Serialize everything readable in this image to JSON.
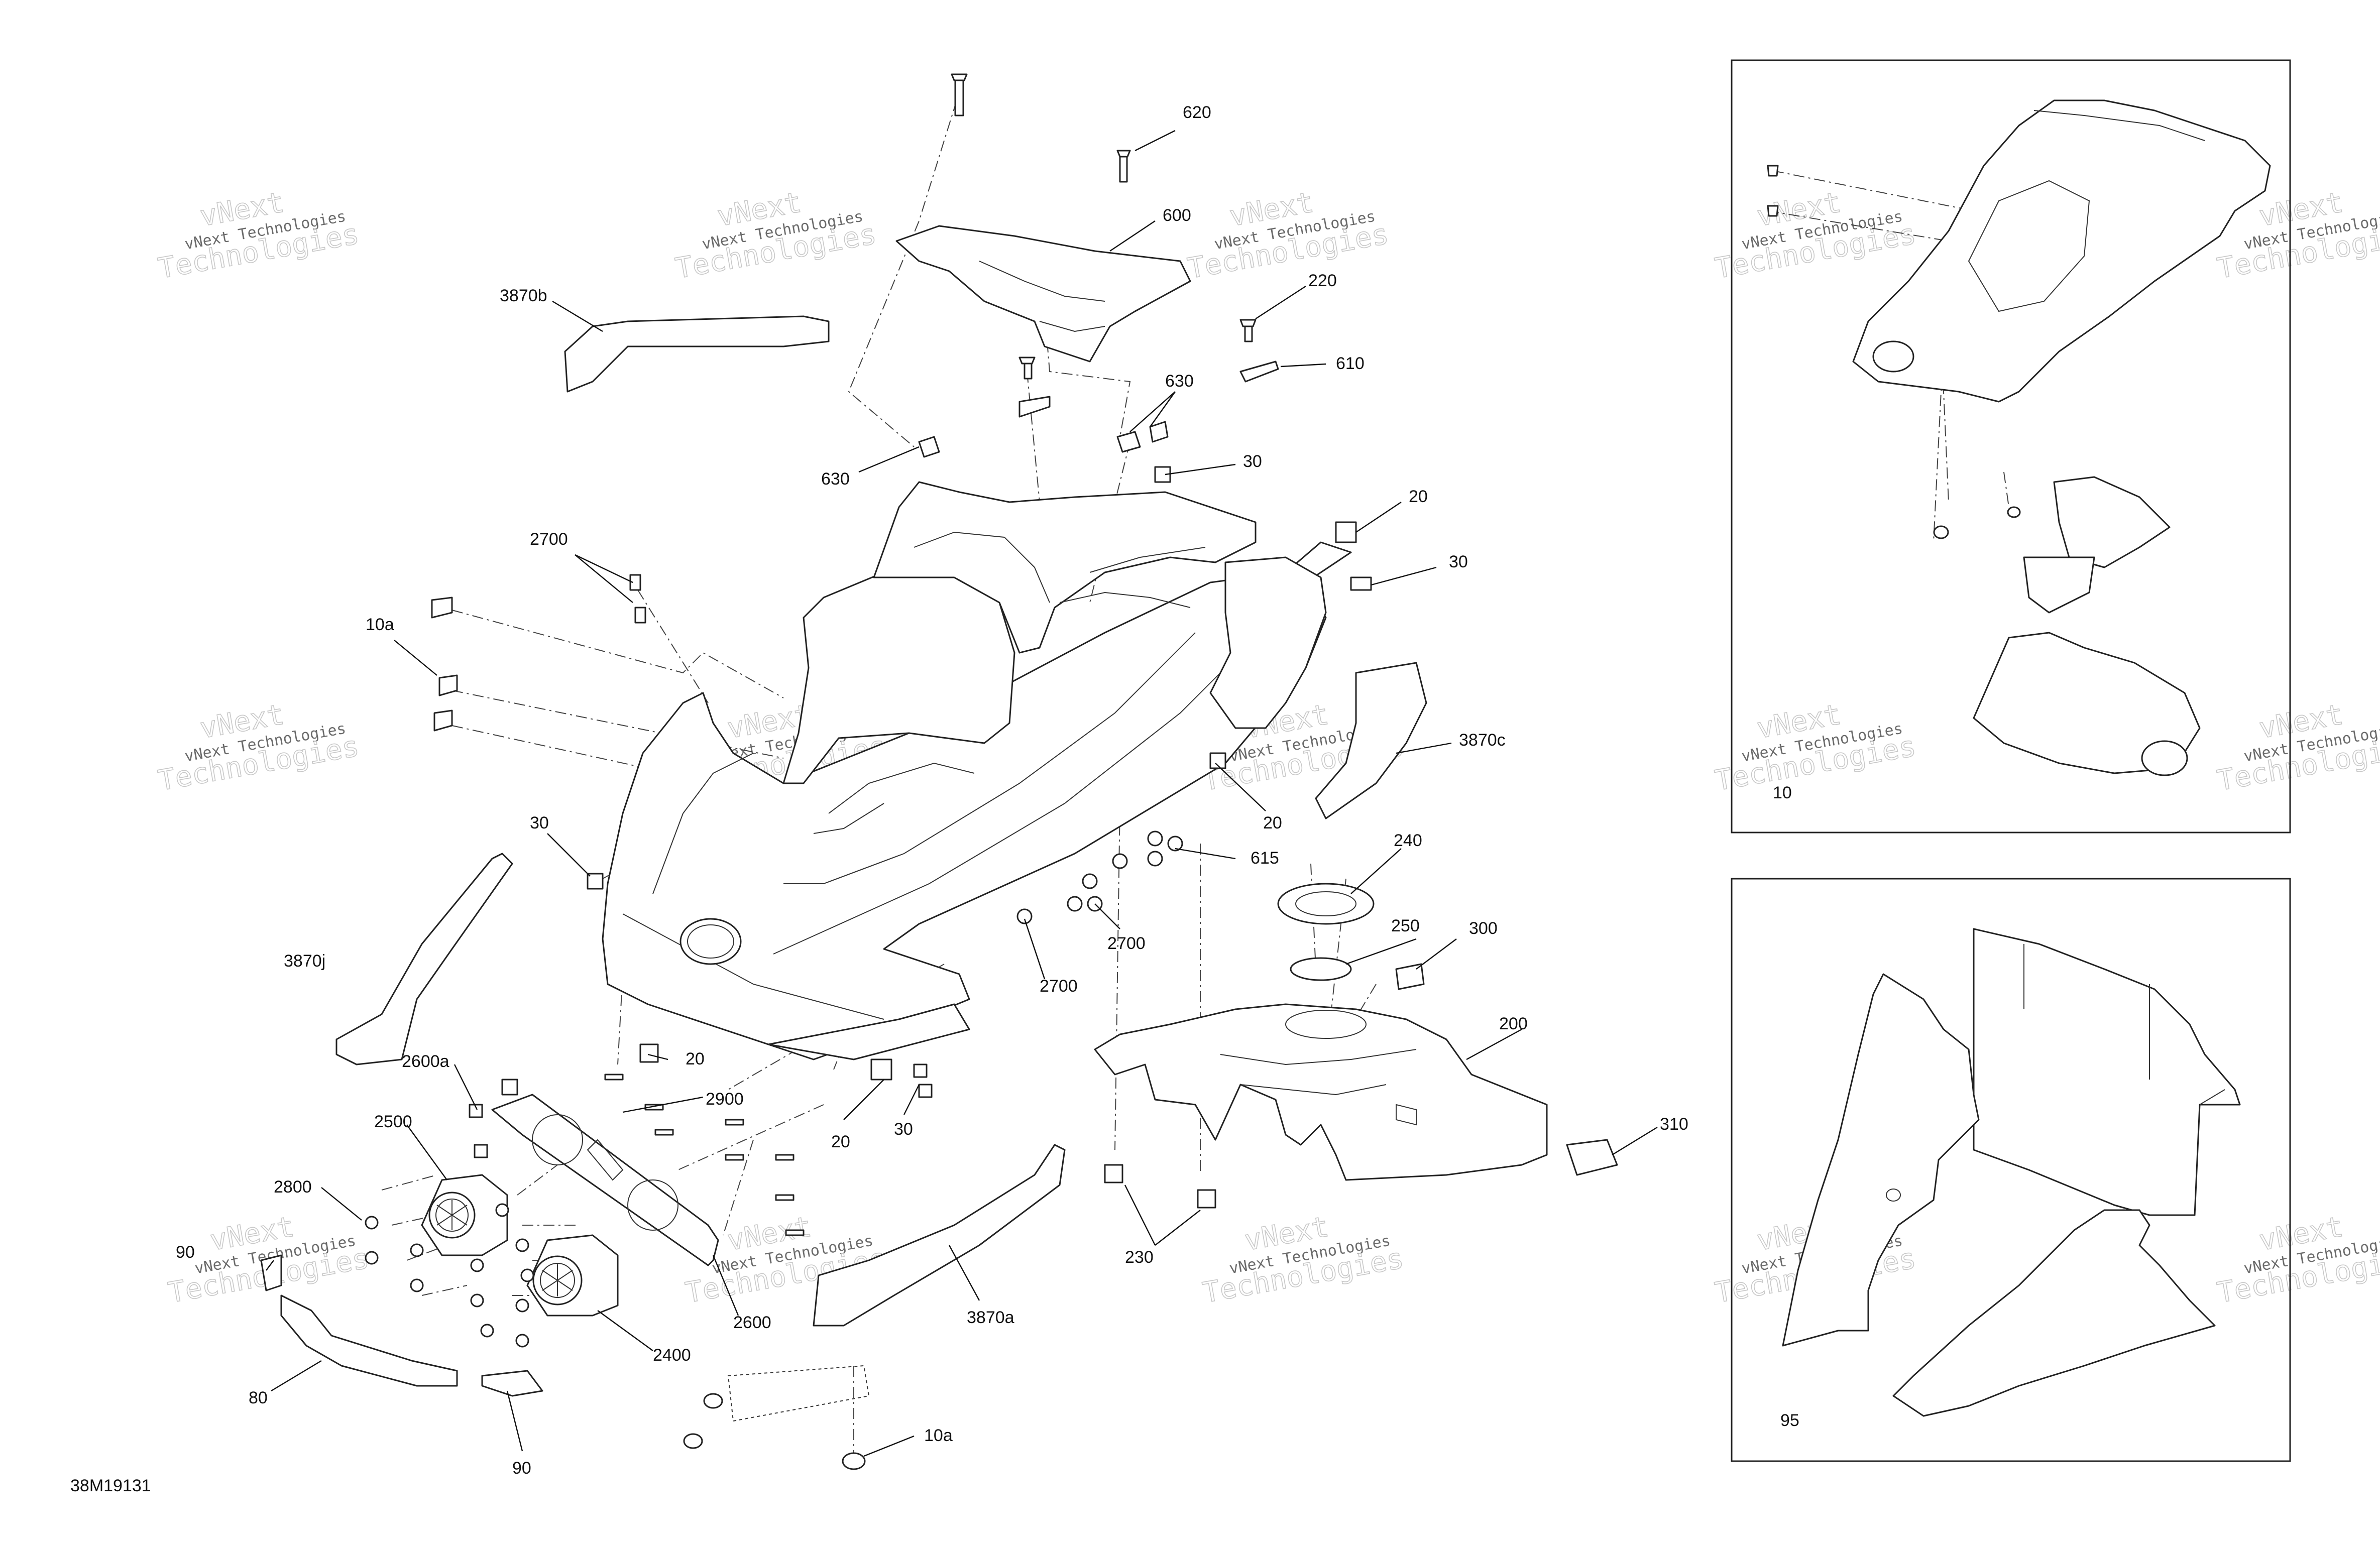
{
  "diagram_code": "38M19131",
  "watermark": {
    "line1": "vNext",
    "line2": "vNext Technologies",
    "line3": "Technologies"
  },
  "callouts": [
    {
      "label": "620"
    },
    {
      "label": "600"
    },
    {
      "label": "3870b"
    },
    {
      "label": "220"
    },
    {
      "label": "610"
    },
    {
      "label": "630"
    },
    {
      "label": "630"
    },
    {
      "label": "30"
    },
    {
      "label": "20"
    },
    {
      "label": "2700"
    },
    {
      "label": "30"
    },
    {
      "label": "10a"
    },
    {
      "label": "3870c"
    },
    {
      "label": "20"
    },
    {
      "label": "30"
    },
    {
      "label": "615"
    },
    {
      "label": "240"
    },
    {
      "label": "3870j"
    },
    {
      "label": "2700"
    },
    {
      "label": "2700"
    },
    {
      "label": "250"
    },
    {
      "label": "300"
    },
    {
      "label": "200"
    },
    {
      "label": "20"
    },
    {
      "label": "2600a"
    },
    {
      "label": "2900"
    },
    {
      "label": "2500"
    },
    {
      "label": "20"
    },
    {
      "label": "30"
    },
    {
      "label": "310"
    },
    {
      "label": "2800"
    },
    {
      "label": "230"
    },
    {
      "label": "90"
    },
    {
      "label": "3870a"
    },
    {
      "label": "2600"
    },
    {
      "label": "2400"
    },
    {
      "label": "80"
    },
    {
      "label": "90"
    },
    {
      "label": "10a"
    },
    {
      "label": "10"
    },
    {
      "label": "95"
    }
  ]
}
